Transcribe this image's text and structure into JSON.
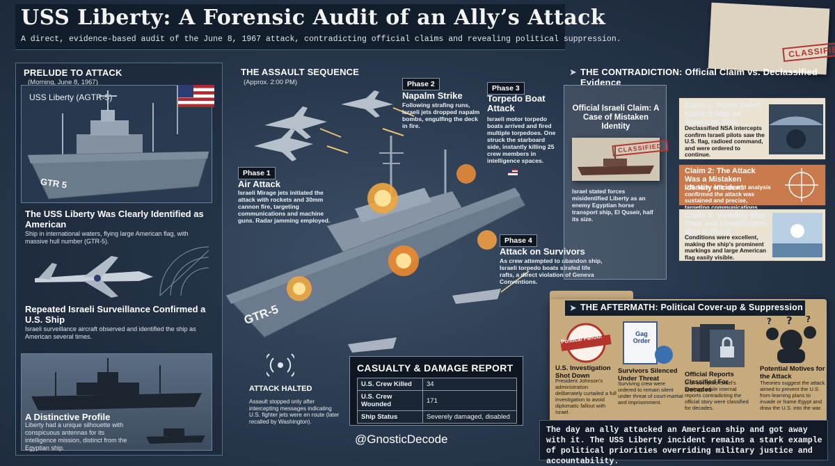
{
  "header": {
    "title": "USS Liberty: A Forensic Audit of an Ally’s Attack",
    "subtitle": "A direct, evidence-based audit of the June 8, 1967 attack, contradicting official claims and revealing political suppression."
  },
  "prelude": {
    "heading": "PRELUDE TO ATTACK",
    "time": "(Morning, June 8, 1967)",
    "ship_label": "USS Liberty (AGTR-5)",
    "hull_number": "GTR 5",
    "identified_title": "The USS Liberty Was Clearly Identified as American",
    "identified_body": "Ship in international waters, flying large American flag, with massive hull number (GTR-5).",
    "surveillance_title": "Repeated Israeli Surveillance Confirmed a U.S. Ship",
    "surveillance_body": "Israeli surveillance aircraft observed and identified the ship as American several times.",
    "profile_title": "A Distinctive Profile",
    "profile_body": "Liberty had a unique silhouette with conspicuous antennas for its intelligence mission, distinct from the Egyptian ship."
  },
  "assault": {
    "heading": "THE ASSAULT SEQUENCE",
    "time": "(Approx. 2:00 PM)",
    "hull_number": "GTR-5",
    "phases": [
      {
        "tag": "Phase 1",
        "title": "Air Attack",
        "body": "Israeli Mirage jets initiated the attack with rockets and 30mm cannon fire, targeting communications and machine guns. Radar jamming employed."
      },
      {
        "tag": "Phase 2",
        "title": "Napalm Strike",
        "body": "Following strafing runs, Israeli jets dropped napalm bombs, engulfing the deck in fire."
      },
      {
        "tag": "Phase 3",
        "title": "Torpedo Boat Attack",
        "body": "Israeli motor torpedo boats arrived and fired multiple torpedoes. One struck the starboard side, instantly killing 25 crew members in intelligence spaces."
      },
      {
        "tag": "Phase 4",
        "title": "Attack on Survivors",
        "body": "As crew attempted to abandon ship, Israeli torpedo boats strafed life rafts, a direct violation of Geneva Conventions."
      }
    ],
    "halted_title": "ATTACK HALTED",
    "halted_body": "Assault stopped only after intercepting messages indicating U.S. fighter jets were en route (later recalled by Washington)."
  },
  "casualty": {
    "heading": "CASUALTY & DAMAGE REPORT",
    "rows": [
      {
        "label": "U.S. Crew Killed",
        "value": "34"
      },
      {
        "label": "U.S. Crew Wounded",
        "value": "171"
      },
      {
        "label": "Ship Status",
        "value": "Severely damaged, disabled"
      }
    ]
  },
  "contradiction": {
    "heading": "THE CONTRADICTION: Official Claim vs. Declassified Evidence",
    "official_title": "Official Israeli Claim: A Case of Mistaken Identity",
    "official_stamp": "CLASSIFIED",
    "official_body": "Israel stated forces misidentified Liberty as an enemy Egyptian horse transport ship, El Quseir, half its size.",
    "top_stamp": "CLASSIFIED",
    "claims": [
      {
        "title": "Claim 1: Pilots Didn't Know It Was an American Ship",
        "body": "Declassified NSA intercepts confirm Israeli pilots saw the U.S. flag, radioed command, and were ordered to continue."
      },
      {
        "title": "Claim 2: The Attack Was a Mistaken Identity Incident",
        "body": "U.S. Navy officers and analysis confirmed the attack was sustained and precise, targeting communications first."
      },
      {
        "title": "Claim 3: Visibility Was Poor and Identification Was Difficult",
        "body": "Conditions were excellent, making the ship's prominent markings and large American flag easily visible."
      }
    ]
  },
  "aftermath": {
    "heading": "THE AFTERMATH: Political Cover-up & Suppression",
    "items": [
      {
        "stamp": "Political Fallout",
        "title": "U.S. Investigation Shot Down",
        "body": "President Johnson's administration deliberately curtailed a full investigation to avoid diplomatic fallout with Israel."
      },
      {
        "stamp": "Gag Order",
        "title": "Survivors Silenced Under Threat",
        "body": "Surviving crew were ordered to remain silent under threat of court-martial and imprisonment."
      },
      {
        "title": "Official Reports Classified For Decades",
        "body": "U.S. accepted Israel's apology, while internal reports contradicting the official story were classified for decades."
      },
      {
        "title": "Potential Motives for the Attack",
        "body": "Theories suggest the attack aimed to prevent the U.S. from learning plans to invade or frame Egypt and draw the U.S. into the war."
      }
    ]
  },
  "banner": {
    "text": "The day an ally attacked an American ship and got away with it. The USS Liberty incident remains a stark example of political priorities overriding military justice and accountability."
  },
  "credit": {
    "handle": "@GnosticDecode"
  },
  "colors": {
    "accent_red": "#b5332d",
    "folder": "#c7ab7c",
    "orange_card": "#c97b4d",
    "panel_dark": "#111a26"
  },
  "icons": [
    "us-flag-icon",
    "radar-icon",
    "jet-icon",
    "radio-signal-icon",
    "explosion-icon",
    "stamp-icon",
    "folder-icon",
    "lock-icon",
    "question-icon",
    "sun-icon",
    "crosshair-icon",
    "cockpit-icon"
  ]
}
